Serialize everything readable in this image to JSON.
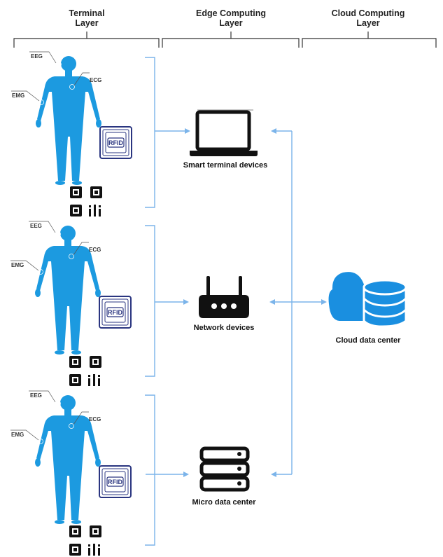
{
  "layers": {
    "terminal": [
      "Terminal",
      "Layer"
    ],
    "edge": [
      "Edge Computing",
      "Layer"
    ],
    "cloud": [
      "Cloud Computing",
      "Layer"
    ]
  },
  "sensors": {
    "eeg": "EEG",
    "ecg": "ECG",
    "emg": "EMG"
  },
  "rfid_label": "RFID",
  "devices": {
    "smart_terminal": "Smart terminal devices",
    "network": "Network devices",
    "micro_dc": "Micro data center"
  },
  "cloud_center": "Cloud data center",
  "colors": {
    "human": "#1c9ae0",
    "connector": "#7bb4ea",
    "rfid": "#2a3580",
    "device": "#111111"
  },
  "icons": [
    "human-body-icon",
    "rfid-tag-icon",
    "qr-code-icon",
    "laptop-icon",
    "router-icon",
    "server-stack-icon",
    "cloud-database-icon"
  ]
}
